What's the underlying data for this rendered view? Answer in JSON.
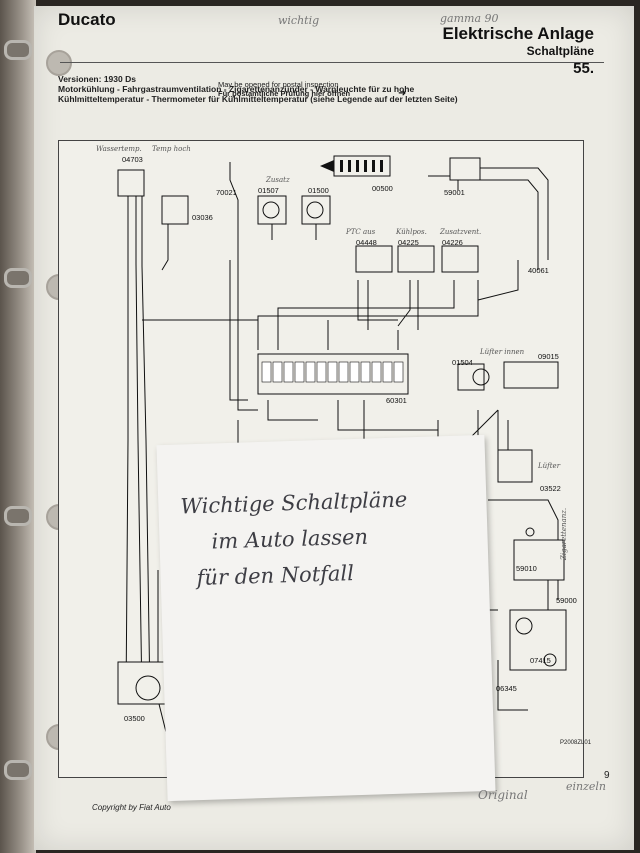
{
  "header": {
    "brand": "Ducato",
    "title": "Elektrische Anlage",
    "subtitle": "Schaltpläne",
    "section": "55.",
    "pencil_notes": [
      "wichtig",
      "gamma 90"
    ]
  },
  "versions": {
    "line1": "Versionen: 1930 Ds",
    "line2": "Motorkühlung - Fahrgastraumventilation - Zigarettenanzünder - Warnleuchte für zu hohe",
    "line3": "Kühlmitteltemperatur - Thermometer für Kühlmitteltemperatur (siehe Legende auf der letzten Seite)"
  },
  "notice": {
    "line1": "May be opened for postal inspection",
    "line2": "Für postamtliche Prüfung hier öffnen"
  },
  "component_codes": [
    "04703",
    "03036",
    "70021",
    "01507",
    "01500",
    "00500",
    "59001",
    "04448",
    "04225",
    "04226",
    "40061",
    "60301",
    "01504",
    "09015",
    "03522",
    "59010",
    "59000",
    "07415",
    "06345",
    "03500"
  ],
  "handwritten_labels": {
    "wassertemp": "Wassertemp.",
    "temp_hoch": "Temp hoch",
    "luefter_innen": "Lüfter innen",
    "luefter": "Lüfter",
    "ptc_aus": "PTC aus",
    "kuehlpos": "Kühlpos.",
    "zusatzvent": "Zusatzvent.",
    "zusatz": "Zusatz",
    "zigarettenanz": "Zigarettenanz."
  },
  "sticky_note": {
    "line1": "Wichtige Schaltpläne",
    "line2": "im Auto lassen",
    "line3": "für den Notfall"
  },
  "footer": {
    "copyright": "Copyright by Fiat Auto",
    "pencil_original": "Original",
    "pencil_einzeln": "einzeln",
    "page_number": "9",
    "drawing_code": "P2008ZL01"
  }
}
